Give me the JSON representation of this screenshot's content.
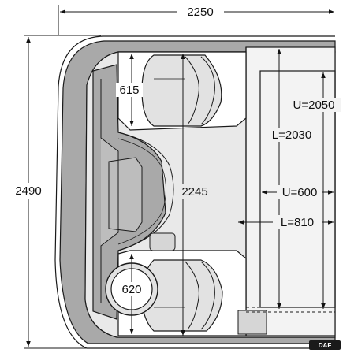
{
  "dimensions": {
    "overall_width": "2250",
    "overall_length": "2490",
    "seat_depth": "615",
    "interior_length": "2245",
    "upper_bunk_length": "U=2050",
    "lower_bunk_length": "L=2030",
    "upper_bunk_width": "U=600",
    "lower_bunk_width": "L=810",
    "seat_width": "620"
  },
  "logo": {
    "text": "DAF"
  },
  "colors": {
    "outer_shell": "#a9a9a9",
    "cab_floor": "#e9e9e9",
    "bunk_area": "#f3f3f3",
    "line": "#1a1a1a",
    "background": "#ffffff"
  }
}
